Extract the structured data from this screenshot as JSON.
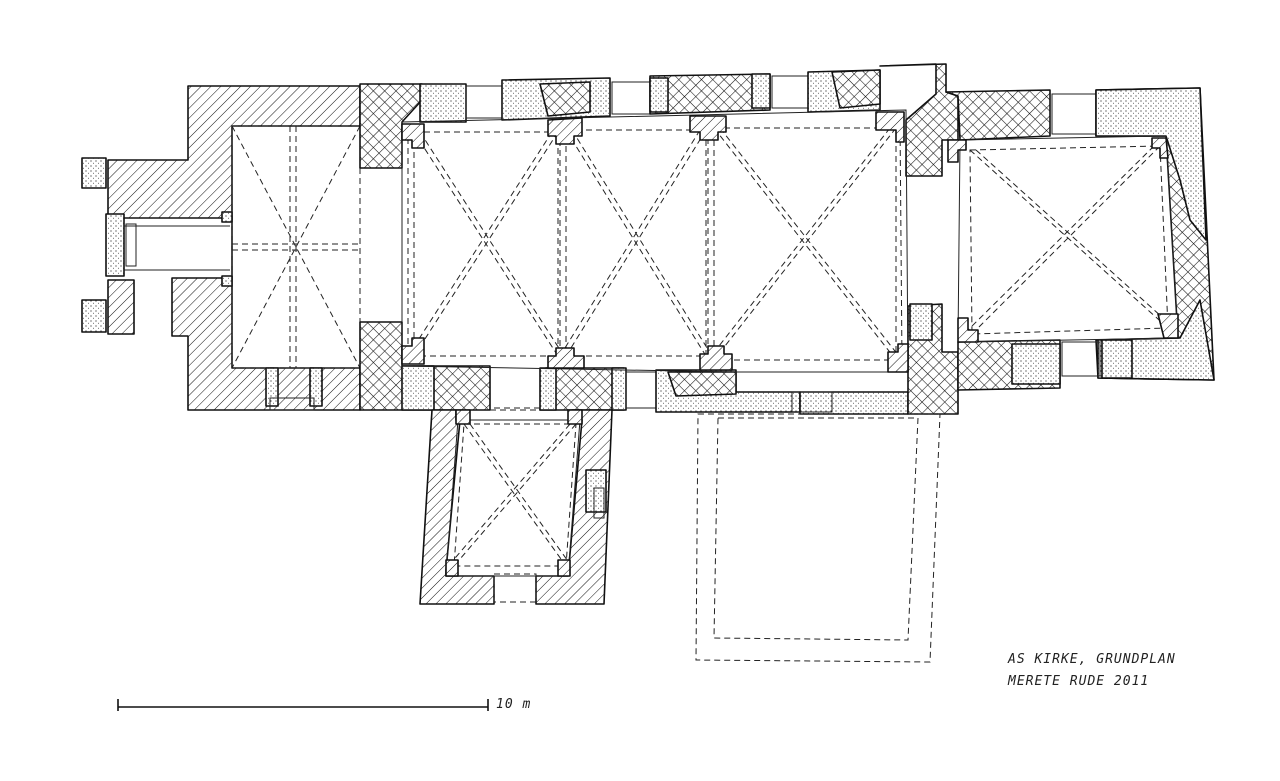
{
  "caption": {
    "line1": "AS KIRKE, GRUNDPLAN",
    "line2": "MERETE RUDE  2011"
  },
  "scale_bar": {
    "label": "10 m"
  },
  "colors": {
    "ink": "#111111",
    "paper": "#ffffff"
  }
}
